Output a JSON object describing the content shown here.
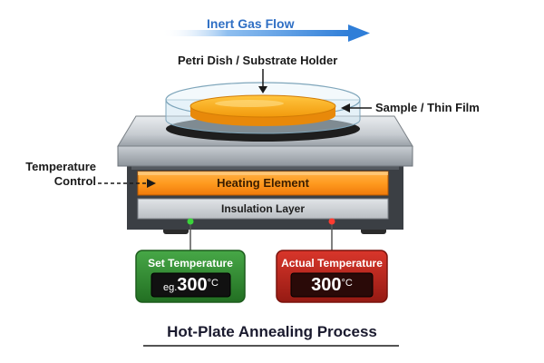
{
  "flow": {
    "label": "Inert Gas Flow",
    "arrow_color": "#2f7ed8"
  },
  "labels": {
    "petri_dish": "Petri Dish / Substrate Holder",
    "sample": "Sample / Thin Film",
    "temp_control_line1": "Temperature",
    "temp_control_line2": "Control",
    "heating_element": "Heating Element",
    "insulation": "Insulation Layer"
  },
  "set_panel": {
    "title": "Set Temperature",
    "prefix": "eg.",
    "value": "300",
    "unit": "°C",
    "color": "#2e8b2e",
    "indicator_color": "#3ad43a"
  },
  "actual_panel": {
    "title": "Actual Temperature",
    "value": "300",
    "unit": "°C",
    "color": "#c0271f",
    "indicator_color": "#ff3b30"
  },
  "caption": "Hot-Plate Annealing Process"
}
